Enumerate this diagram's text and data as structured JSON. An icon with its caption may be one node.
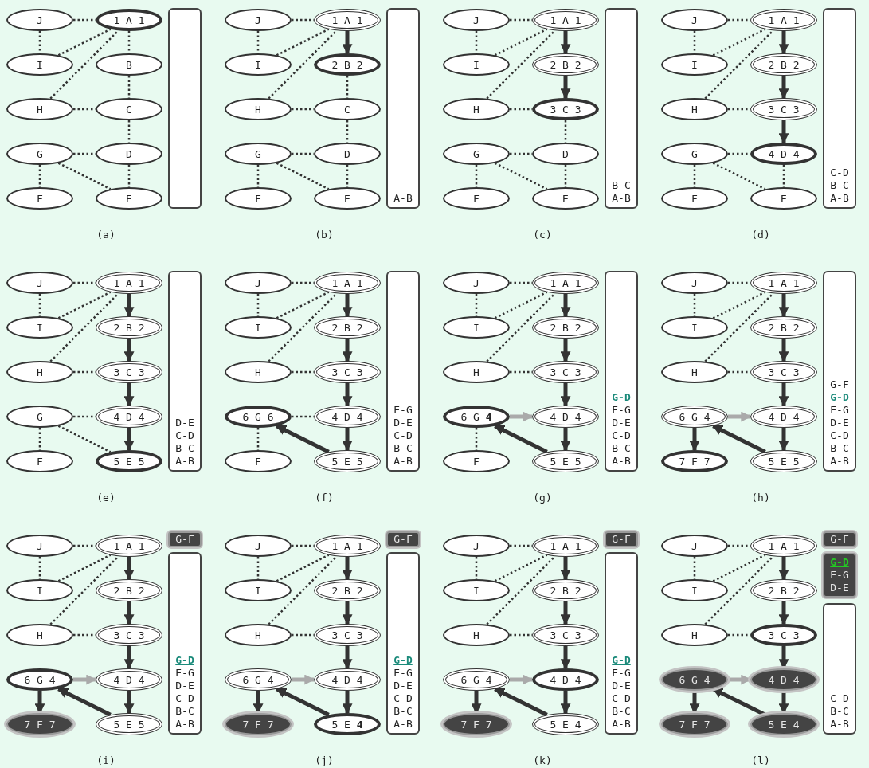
{
  "diagram": {
    "nodes": [
      {
        "text": [
          "J"
        ]
      },
      {
        "text": [
          "1 A 1"
        ]
      },
      {
        "text": [
          "I"
        ]
      },
      {
        "text": [
          "B"
        ]
      },
      {
        "text": [
          "H"
        ]
      },
      {
        "text": [
          "C"
        ]
      },
      {
        "text": [
          "G"
        ]
      },
      {
        "text": [
          "D"
        ]
      },
      {
        "text": [
          "F"
        ]
      },
      {
        "text": [
          "E"
        ]
      },
      {
        "text": [],
        "shape": "box"
      },
      {
        "text": [
          "J"
        ]
      },
      {
        "text": [
          "1 A 1"
        ]
      },
      {
        "text": [
          "I"
        ]
      },
      {
        "text": [
          "2 B 2"
        ]
      },
      {
        "text": [
          "H"
        ]
      },
      {
        "text": [
          "C"
        ]
      },
      {
        "text": [
          "G"
        ]
      },
      {
        "text": [
          "D"
        ]
      },
      {
        "text": [
          "F"
        ]
      },
      {
        "text": [
          "E"
        ]
      },
      {
        "text": [
          "A-B"
        ]
      },
      {
        "text": [
          "J"
        ]
      },
      {
        "text": [
          "1 A 1"
        ]
      },
      {
        "text": [
          "I"
        ]
      },
      {
        "text": [
          "2 B 2"
        ]
      },
      {
        "text": [
          "H"
        ]
      },
      {
        "text": [
          "3 C 3"
        ]
      },
      {
        "text": [
          "G"
        ]
      },
      {
        "text": [
          "D"
        ]
      },
      {
        "text": [
          "F"
        ]
      },
      {
        "text": [
          "E"
        ]
      },
      {
        "text": [
          "B-C",
          "A-B"
        ]
      },
      {
        "text": [
          "J"
        ]
      },
      {
        "text": [
          "1 A 1"
        ]
      },
      {
        "text": [
          "I"
        ]
      },
      {
        "text": [
          "2 B 2"
        ]
      },
      {
        "text": [
          "H"
        ]
      },
      {
        "text": [
          "3 C 3"
        ]
      },
      {
        "text": [
          "G"
        ]
      },
      {
        "text": [
          "4 D 4"
        ]
      },
      {
        "text": [
          "F"
        ]
      },
      {
        "text": [
          "E"
        ]
      },
      {
        "text": [
          "C-D",
          "B-C",
          "A-B"
        ]
      },
      {
        "text": [
          "J"
        ]
      },
      {
        "text": [
          "1 A 1"
        ]
      },
      {
        "text": [
          "I"
        ]
      },
      {
        "text": [
          "2 B 2"
        ]
      },
      {
        "text": [
          "H"
        ]
      },
      {
        "text": [
          "3 C 3"
        ]
      },
      {
        "text": [
          "G"
        ]
      },
      {
        "text": [
          "4 D 4"
        ]
      },
      {
        "text": [
          "F"
        ]
      },
      {
        "text": [
          "5 E 5"
        ]
      },
      {
        "text": [
          "D-E",
          "C-D",
          "B-C",
          "A-B"
        ]
      },
      {
        "text": [
          "J"
        ]
      },
      {
        "text": [
          "1 A 1"
        ]
      },
      {
        "text": [
          "I"
        ]
      },
      {
        "text": [
          "2 B 2"
        ]
      },
      {
        "text": [
          "H"
        ]
      },
      {
        "text": [
          "3 C 3"
        ]
      },
      {
        "text": [
          "6 G 6"
        ]
      },
      {
        "text": [
          "4 D 4"
        ]
      },
      {
        "text": [
          "F"
        ]
      },
      {
        "text": [
          "5 E 5"
        ]
      },
      {
        "text": [
          "E-G",
          "D-E",
          "C-D",
          "B-C",
          "A-B"
        ]
      },
      {
        "text": [
          "J"
        ]
      },
      {
        "text": [
          "1 A 1"
        ]
      },
      {
        "text": [
          "I"
        ]
      },
      {
        "text": [
          "2 B 2"
        ]
      },
      {
        "text": [
          "H"
        ]
      },
      {
        "text": [
          "3 C 3"
        ]
      },
      {
        "text": [
          "6 G **4**"
        ]
      },
      {
        "text": [
          "4 D 4"
        ]
      },
      {
        "text": [
          "F"
        ]
      },
      {
        "text": [
          "5 E 5"
        ]
      },
      {
        "text": [
          "G-D",
          "E-G",
          "D-E",
          "C-D",
          "B-C",
          "A-B"
        ]
      },
      {
        "text": [
          "J"
        ]
      },
      {
        "text": [
          "1 A 1"
        ]
      },
      {
        "text": [
          "I"
        ]
      },
      {
        "text": [
          "2 B 2"
        ]
      },
      {
        "text": [
          "H"
        ]
      },
      {
        "text": [
          "3 C 3"
        ]
      },
      {
        "text": [
          "6 G 4"
        ]
      },
      {
        "text": [
          "4 D 4"
        ]
      },
      {
        "text": [
          "7 F 7"
        ]
      },
      {
        "text": [
          "5 E 5"
        ]
      },
      {
        "text": [
          "G-F",
          "G-D",
          "E-G",
          "D-E",
          "C-D",
          "B-C",
          "A-B"
        ]
      },
      {
        "text": [
          "J"
        ]
      },
      {
        "text": [
          "1 A 1"
        ]
      },
      {
        "text": [
          "I"
        ]
      },
      {
        "text": [
          "2 B 2"
        ]
      },
      {
        "text": [
          "H"
        ]
      },
      {
        "text": [
          "3 C 3"
        ]
      },
      {
        "text": [
          "6 G 4"
        ]
      },
      {
        "text": [
          "4 D 4"
        ]
      },
      {
        "text": [
          "7 F 7"
        ]
      },
      {
        "text": [
          "5 E 5"
        ]
      },
      {
        "text": [
          "G-D",
          "E-G",
          "D-E",
          "C-D",
          "B-C",
          "A-B"
        ]
      },
      {
        "text": [
          "G-F"
        ]
      },
      {
        "text": [
          "J"
        ]
      },
      {
        "text": [
          "1 A 1"
        ]
      },
      {
        "text": [
          "I"
        ]
      },
      {
        "text": [
          "2 B 2"
        ]
      },
      {
        "text": [
          "H"
        ]
      },
      {
        "text": [
          "3 C 3"
        ]
      },
      {
        "text": [
          "6 G 4"
        ]
      },
      {
        "text": [
          "4 D 4"
        ]
      },
      {
        "text": [
          "7 F 7"
        ]
      },
      {
        "text": [
          "5 E **4**"
        ]
      },
      {
        "text": [
          "G-D",
          "E-G",
          "D-E",
          "C-D",
          "B-C",
          "A-B"
        ]
      },
      {
        "text": [
          "G-F"
        ]
      },
      {
        "text": [
          "J"
        ]
      },
      {
        "text": [
          "1 A 1"
        ]
      },
      {
        "text": [
          "I"
        ]
      },
      {
        "text": [
          "2 B 2"
        ]
      },
      {
        "text": [
          "H"
        ]
      },
      {
        "text": [
          "3 C 3"
        ]
      },
      {
        "text": [
          "6 G 4"
        ]
      },
      {
        "text": [
          "4 D 4"
        ]
      },
      {
        "text": [
          "7 F 7"
        ]
      },
      {
        "text": [
          "5 E 4"
        ]
      },
      {
        "text": [
          "G-D",
          "E-G",
          "D-E",
          "C-D",
          "B-C",
          "A-B"
        ]
      },
      {
        "text": [
          "G-F"
        ]
      },
      {
        "text": [
          "J"
        ]
      },
      {
        "text": [
          "1 A 1"
        ]
      },
      {
        "text": [
          "I"
        ]
      },
      {
        "text": [
          "2 B 2"
        ]
      },
      {
        "text": [
          "H"
        ]
      },
      {
        "text": [
          "3 C 3"
        ]
      },
      {
        "text": [
          "6 G 4"
        ]
      },
      {
        "text": [
          "4 D 4"
        ]
      },
      {
        "text": [
          "7 F 7"
        ]
      },
      {
        "text": [
          "5 E 4"
        ]
      },
      {
        "text": [
          "C-D",
          "B-C",
          "A-B"
        ]
      },
      {
        "text": [
          "G-F"
        ]
      },
      {
        "text": [
          "G-D",
          "E-G",
          "D-E"
        ]
      }
    ],
    "edges": [
      {
        "from": 0,
        "to": 1,
        "arrow": "none",
        "style": "dashed"
      },
      {
        "from": 0,
        "to": 2,
        "arrow": "none",
        "style": "dashed"
      },
      {
        "from": 2,
        "to": 1,
        "arrow": "none",
        "style": "dashed"
      },
      {
        "from": 4,
        "to": 1,
        "arrow": "none",
        "style": "dashed"
      },
      {
        "from": 4,
        "to": 5,
        "arrow": "none",
        "style": "dashed"
      },
      {
        "from": 1,
        "to": 3,
        "arrow": "none",
        "style": "dashed"
      },
      {
        "from": 3,
        "to": 5,
        "arrow": "none",
        "style": "dashed"
      },
      {
        "from": 5,
        "to": 7,
        "arrow": "none",
        "style": "dashed"
      },
      {
        "from": 7,
        "to": 9,
        "arrow": "none",
        "style": "dashed"
      },
      {
        "from": 6,
        "to": 7,
        "arrow": "none",
        "style": "dashed"
      },
      {
        "from": 6,
        "to": 9,
        "arrow": "none",
        "style": "dashed"
      },
      {
        "from": 6,
        "to": 8,
        "arrow": "none",
        "style": "dashed"
      },
      {
        "from": 11,
        "to": 12,
        "arrow": "none",
        "style": "dashed"
      },
      {
        "from": 11,
        "to": 13,
        "arrow": "none",
        "style": "dashed"
      },
      {
        "from": 13,
        "to": 12,
        "arrow": "none",
        "style": "dashed"
      },
      {
        "from": 15,
        "to": 12,
        "arrow": "none",
        "style": "dashed"
      },
      {
        "from": 15,
        "to": 16,
        "arrow": "none",
        "style": "dashed"
      },
      {
        "from": 12,
        "to": 14,
        "arrow": "to",
        "style": "thick"
      },
      {
        "from": 14,
        "to": 16,
        "arrow": "none",
        "style": "dashed"
      },
      {
        "from": 16,
        "to": 18,
        "arrow": "none",
        "style": "dashed"
      },
      {
        "from": 18,
        "to": 20,
        "arrow": "none",
        "style": "dashed"
      },
      {
        "from": 17,
        "to": 18,
        "arrow": "none",
        "style": "dashed"
      },
      {
        "from": 17,
        "to": 20,
        "arrow": "none",
        "style": "dashed"
      },
      {
        "from": 17,
        "to": 19,
        "arrow": "none",
        "style": "dashed"
      },
      {
        "from": 22,
        "to": 23,
        "arrow": "none",
        "style": "dashed"
      },
      {
        "from": 22,
        "to": 24,
        "arrow": "none",
        "style": "dashed"
      },
      {
        "from": 24,
        "to": 23,
        "arrow": "none",
        "style": "dashed"
      },
      {
        "from": 26,
        "to": 23,
        "arrow": "none",
        "style": "dashed"
      },
      {
        "from": 26,
        "to": 27,
        "arrow": "none",
        "style": "dashed"
      },
      {
        "from": 23,
        "to": 25,
        "arrow": "to",
        "style": "thick"
      },
      {
        "from": 25,
        "to": 27,
        "arrow": "to",
        "style": "thick"
      },
      {
        "from": 27,
        "to": 29,
        "arrow": "none",
        "style": "dashed"
      },
      {
        "from": 29,
        "to": 31,
        "arrow": "none",
        "style": "dashed"
      },
      {
        "from": 28,
        "to": 29,
        "arrow": "none",
        "style": "dashed"
      },
      {
        "from": 28,
        "to": 31,
        "arrow": "none",
        "style": "dashed"
      },
      {
        "from": 28,
        "to": 30,
        "arrow": "none",
        "style": "dashed"
      },
      {
        "from": 33,
        "to": 34,
        "arrow": "none",
        "style": "dashed"
      },
      {
        "from": 33,
        "to": 35,
        "arrow": "none",
        "style": "dashed"
      },
      {
        "from": 35,
        "to": 34,
        "arrow": "none",
        "style": "dashed"
      },
      {
        "from": 37,
        "to": 34,
        "arrow": "none",
        "style": "dashed"
      },
      {
        "from": 37,
        "to": 38,
        "arrow": "none",
        "style": "dashed"
      },
      {
        "from": 34,
        "to": 36,
        "arrow": "to",
        "style": "thick"
      },
      {
        "from": 36,
        "to": 38,
        "arrow": "to",
        "style": "thick"
      },
      {
        "from": 38,
        "to": 40,
        "arrow": "to",
        "style": "thick"
      },
      {
        "from": 40,
        "to": 42,
        "arrow": "none",
        "style": "dashed"
      },
      {
        "from": 39,
        "to": 40,
        "arrow": "none",
        "style": "dashed"
      },
      {
        "from": 39,
        "to": 42,
        "arrow": "none",
        "style": "dashed"
      },
      {
        "from": 39,
        "to": 41,
        "arrow": "none",
        "style": "dashed"
      },
      {
        "from": 44,
        "to": 45,
        "arrow": "none",
        "style": "dashed"
      },
      {
        "from": 44,
        "to": 46,
        "arrow": "none",
        "style": "dashed"
      },
      {
        "from": 46,
        "to": 45,
        "arrow": "none",
        "style": "dashed"
      },
      {
        "from": 48,
        "to": 45,
        "arrow": "none",
        "style": "dashed"
      },
      {
        "from": 48,
        "to": 49,
        "arrow": "none",
        "style": "dashed"
      },
      {
        "from": 45,
        "to": 47,
        "arrow": "to",
        "style": "thick"
      },
      {
        "from": 47,
        "to": 49,
        "arrow": "to",
        "style": "thick"
      },
      {
        "from": 49,
        "to": 51,
        "arrow": "to",
        "style": "thick"
      },
      {
        "from": 51,
        "to": 53,
        "arrow": "to",
        "style": "thick"
      },
      {
        "from": 50,
        "to": 51,
        "arrow": "none",
        "style": "dashed"
      },
      {
        "from": 50,
        "to": 53,
        "arrow": "none",
        "style": "dashed"
      },
      {
        "from": 50,
        "to": 52,
        "arrow": "none",
        "style": "dashed"
      },
      {
        "from": 55,
        "to": 56,
        "arrow": "none",
        "style": "dashed"
      },
      {
        "from": 55,
        "to": 57,
        "arrow": "none",
        "style": "dashed"
      },
      {
        "from": 57,
        "to": 56,
        "arrow": "none",
        "style": "dashed"
      },
      {
        "from": 59,
        "to": 56,
        "arrow": "none",
        "style": "dashed"
      },
      {
        "from": 59,
        "to": 60,
        "arrow": "none",
        "style": "dashed"
      },
      {
        "from": 56,
        "to": 58,
        "arrow": "to",
        "style": "thick"
      },
      {
        "from": 58,
        "to": 60,
        "arrow": "to",
        "style": "thick"
      },
      {
        "from": 60,
        "to": 62,
        "arrow": "to",
        "style": "thick"
      },
      {
        "from": 62,
        "to": 64,
        "arrow": "to",
        "style": "thick"
      },
      {
        "from": 61,
        "to": 62,
        "arrow": "none",
        "style": "dashed"
      },
      {
        "from": 64,
        "to": 61,
        "arrow": "to",
        "style": "thick"
      },
      {
        "from": 61,
        "to": 63,
        "arrow": "none",
        "style": "dashed"
      },
      {
        "from": 66,
        "to": 67,
        "arrow": "none",
        "style": "dashed"
      },
      {
        "from": 66,
        "to": 68,
        "arrow": "none",
        "style": "dashed"
      },
      {
        "from": 68,
        "to": 67,
        "arrow": "none",
        "style": "dashed"
      },
      {
        "from": 70,
        "to": 67,
        "arrow": "none",
        "style": "dashed"
      },
      {
        "from": 70,
        "to": 71,
        "arrow": "none",
        "style": "dashed"
      },
      {
        "from": 67,
        "to": 69,
        "arrow": "to",
        "style": "thick"
      },
      {
        "from": 69,
        "to": 71,
        "arrow": "to",
        "style": "thick"
      },
      {
        "from": 71,
        "to": 73,
        "arrow": "to",
        "style": "thick"
      },
      {
        "from": 73,
        "to": 75,
        "arrow": "to",
        "style": "thick"
      },
      {
        "from": 72,
        "to": 73,
        "arrow": "to",
        "style": "thick",
        "color": "#aaaaaa"
      },
      {
        "from": 75,
        "to": 72,
        "arrow": "to",
        "style": "thick"
      },
      {
        "from": 72,
        "to": 74,
        "arrow": "none",
        "style": "dashed"
      },
      {
        "from": 77,
        "to": 78,
        "arrow": "none",
        "style": "dashed"
      },
      {
        "from": 77,
        "to": 79,
        "arrow": "none",
        "style": "dashed"
      },
      {
        "from": 79,
        "to": 78,
        "arrow": "none",
        "style": "dashed"
      },
      {
        "from": 81,
        "to": 78,
        "arrow": "none",
        "style": "dashed"
      },
      {
        "from": 81,
        "to": 82,
        "arrow": "none",
        "style": "dashed"
      },
      {
        "from": 78,
        "to": 80,
        "arrow": "to",
        "style": "thick"
      },
      {
        "from": 80,
        "to": 82,
        "arrow": "to",
        "style": "thick"
      },
      {
        "from": 82,
        "to": 84,
        "arrow": "to",
        "style": "thick"
      },
      {
        "from": 84,
        "to": 86,
        "arrow": "to",
        "style": "thick"
      },
      {
        "from": 83,
        "to": 84,
        "arrow": "to",
        "style": "thick",
        "color": "#aaaaaa"
      },
      {
        "from": 86,
        "to": 83,
        "arrow": "to",
        "style": "thick"
      },
      {
        "from": 83,
        "to": 85,
        "arrow": "to",
        "style": "thick"
      },
      {
        "from": 88,
        "to": 89,
        "arrow": "none",
        "style": "dashed"
      },
      {
        "from": 88,
        "to": 90,
        "arrow": "none",
        "style": "dashed"
      },
      {
        "from": 90,
        "to": 89,
        "arrow": "none",
        "style": "dashed"
      },
      {
        "from": 92,
        "to": 89,
        "arrow": "none",
        "style": "dashed"
      },
      {
        "from": 92,
        "to": 93,
        "arrow": "none",
        "style": "dashed"
      },
      {
        "from": 89,
        "to": 91,
        "arrow": "to",
        "style": "thick"
      },
      {
        "from": 91,
        "to": 93,
        "arrow": "to",
        "style": "thick"
      },
      {
        "from": 93,
        "to": 95,
        "arrow": "to",
        "style": "thick"
      },
      {
        "from": 95,
        "to": 97,
        "arrow": "to",
        "style": "thick"
      },
      {
        "from": 94,
        "to": 95,
        "arrow": "to",
        "style": "thick",
        "color": "#aaaaaa"
      },
      {
        "from": 97,
        "to": 94,
        "arrow": "to",
        "style": "thick"
      },
      {
        "from": 94,
        "to": 96,
        "arrow": "to",
        "style": "thick"
      },
      {
        "from": 100,
        "to": 101,
        "arrow": "none",
        "style": "dashed"
      },
      {
        "from": 100,
        "to": 102,
        "arrow": "none",
        "style": "dashed"
      },
      {
        "from": 102,
        "to": 101,
        "arrow": "none",
        "style": "dashed"
      },
      {
        "from": 104,
        "to": 101,
        "arrow": "none",
        "style": "dashed"
      },
      {
        "from": 104,
        "to": 105,
        "arrow": "none",
        "style": "dashed"
      },
      {
        "from": 101,
        "to": 103,
        "arrow": "to",
        "style": "thick"
      },
      {
        "from": 103,
        "to": 105,
        "arrow": "to",
        "style": "thick"
      },
      {
        "from": 105,
        "to": 107,
        "arrow": "to",
        "style": "thick"
      },
      {
        "from": 107,
        "to": 109,
        "arrow": "to",
        "style": "thick"
      },
      {
        "from": 106,
        "to": 107,
        "arrow": "to",
        "style": "thick",
        "color": "#aaaaaa"
      },
      {
        "from": 109,
        "to": 106,
        "arrow": "to",
        "style": "thick"
      },
      {
        "from": 106,
        "to": 108,
        "arrow": "to",
        "style": "thick"
      },
      {
        "from": 112,
        "to": 113,
        "arrow": "none",
        "style": "dashed"
      },
      {
        "from": 112,
        "to": 114,
        "arrow": "none",
        "style": "dashed"
      },
      {
        "from": 114,
        "to": 113,
        "arrow": "none",
        "style": "dashed"
      },
      {
        "from": 116,
        "to": 113,
        "arrow": "none",
        "style": "dashed"
      },
      {
        "from": 116,
        "to": 117,
        "arrow": "none",
        "style": "dashed"
      },
      {
        "from": 113,
        "to": 115,
        "arrow": "to",
        "style": "thick"
      },
      {
        "from": 115,
        "to": 117,
        "arrow": "to",
        "style": "thick"
      },
      {
        "from": 117,
        "to": 119,
        "arrow": "to",
        "style": "thick"
      },
      {
        "from": 119,
        "to": 121,
        "arrow": "to",
        "style": "thick"
      },
      {
        "from": 118,
        "to": 119,
        "arrow": "to",
        "style": "thick",
        "color": "#aaaaaa"
      },
      {
        "from": 121,
        "to": 118,
        "arrow": "to",
        "style": "thick"
      },
      {
        "from": 118,
        "to": 120,
        "arrow": "to",
        "style": "thick"
      },
      {
        "from": 124,
        "to": 125,
        "arrow": "none",
        "style": "dashed"
      },
      {
        "from": 124,
        "to": 126,
        "arrow": "none",
        "style": "dashed"
      },
      {
        "from": 126,
        "to": 125,
        "arrow": "none",
        "style": "dashed"
      },
      {
        "from": 128,
        "to": 125,
        "arrow": "none",
        "style": "dashed"
      },
      {
        "from": 128,
        "to": 129,
        "arrow": "none",
        "style": "dashed"
      },
      {
        "from": 125,
        "to": 127,
        "arrow": "to",
        "style": "thick"
      },
      {
        "from": 127,
        "to": 129,
        "arrow": "to",
        "style": "thick"
      },
      {
        "from": 129,
        "to": 131,
        "arrow": "to",
        "style": "thick"
      },
      {
        "from": 131,
        "to": 133,
        "arrow": "to",
        "style": "thick"
      },
      {
        "from": 130,
        "to": 131,
        "arrow": "to",
        "style": "thick",
        "color": "#aaaaaa"
      },
      {
        "from": 133,
        "to": 130,
        "arrow": "to",
        "style": "thick"
      },
      {
        "from": 130,
        "to": 132,
        "arrow": "to",
        "style": "thick"
      }
    ],
    "labels": [
      "(a)",
      "(b)",
      "(c)",
      "(d)",
      "(e)",
      "(f)",
      "(g)",
      "(h)",
      "(i)",
      "(j)",
      "(k)",
      "(l)"
    ]
  }
}
